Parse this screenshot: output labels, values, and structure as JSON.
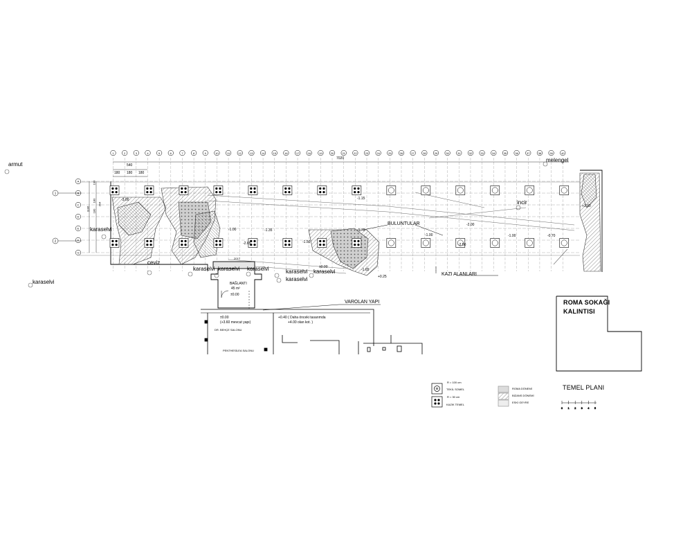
{
  "grid": {
    "col_labels": [
      "1",
      "2",
      "3",
      "4",
      "5",
      "6",
      "7",
      "8",
      "9",
      "10",
      "11",
      "12",
      "13",
      "14",
      "15",
      "16",
      "17",
      "18",
      "19",
      "20",
      "21",
      "22",
      "23",
      "24",
      "25",
      "26",
      "27",
      "28",
      "29",
      "30",
      "31",
      "32",
      "33",
      "34",
      "35",
      "36",
      "37",
      "38",
      "39",
      "40"
    ],
    "row_labels": [
      "A",
      "B",
      "C",
      "D",
      "E",
      "F",
      "G"
    ],
    "axis_marks": [
      "1",
      "2"
    ],
    "dim_top_total": "7020",
    "dim_top_540": "540",
    "dim_top_180s": [
      "180",
      "180",
      "180"
    ],
    "dim_left": [
      "193",
      "180",
      "180",
      "1106",
      "394"
    ]
  },
  "trees": {
    "armut": "armut",
    "melengel": "melengel",
    "karaselvi": "karaselvi",
    "ceviz": "ceviz",
    "incir": "incir"
  },
  "levels": {
    "m300": "-3.00",
    "m115": "-1.15",
    "m100a": "-1.00",
    "m135": "-1.35",
    "m200": "-2.00",
    "p100": "+1.00",
    "m170": "-1.70",
    "m150": "-1.50",
    "m265": "-2.65",
    "m100b": "-1.00",
    "m250": "-2.50",
    "m100c": "-1.00",
    "m070": "-0.70",
    "m165": "-1.65",
    "p025": "+0.25",
    "pm000": "±0.00",
    "dim_217": "2017"
  },
  "areas": {
    "buluntular": "BULUNTULAR",
    "kazi": "KAZI ALANLARI",
    "varolan": "VAROLAN YAPI",
    "roma_line1": "ROMA SOKAĞI",
    "roma_line2": "KALINTISI"
  },
  "annex": {
    "baglanti": "BAĞLANTI",
    "baglanti_area": "45 m²",
    "baglanti_level": "±0.00",
    "lvl_a": "±0.00",
    "lvl_b": "(+3.60 mevcut yapı)",
    "note_a": "+0.40 ( Daha önceki tasarımda",
    "note_b": "+4.00 olan kot. )",
    "room1": "DR. BEHÇE SALONU",
    "room2": "PENTHESİLEA SALONU"
  },
  "legend": {
    "r100": "R = 100 cm",
    "tekil": "TEKİL SOMEL",
    "r30": "R = 30 cm",
    "kazik": "KAZIK TEMEL",
    "roma": "ROMA DÖNEMİ",
    "bizans": "BİZANS DÖNEMİ",
    "eski": "ESKİ GEYRE"
  },
  "title": {
    "main": "TEMEL PLANI",
    "scale": [
      "0",
      "1",
      "2",
      "3",
      "4",
      "5"
    ]
  },
  "colors": {
    "line": "#000000",
    "grid": "#8c8c8c",
    "hatch": "#9a9a9a",
    "legend_fill": "#dcdcdc"
  }
}
